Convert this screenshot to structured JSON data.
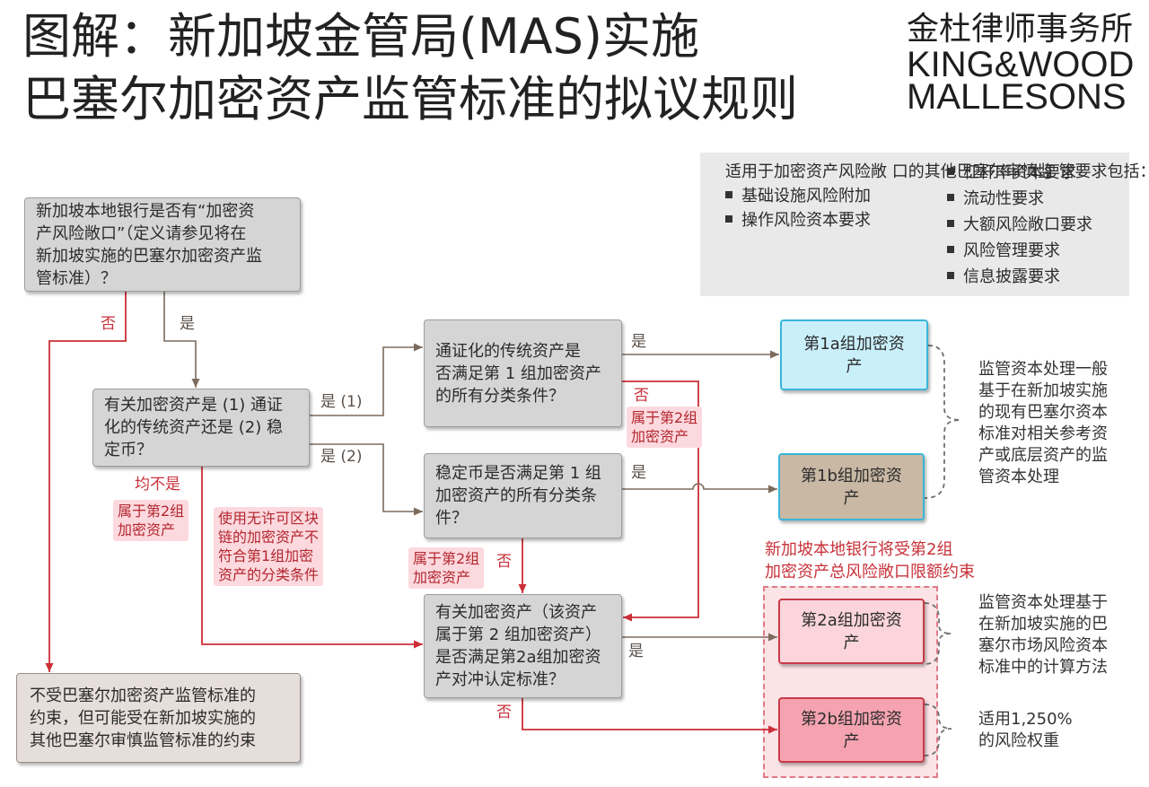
{
  "title": {
    "line1": "图解：新加坡金管局(MAS)实施",
    "line2": "巴塞尔加密资产监管标准的拟议规则"
  },
  "logo": {
    "cn": "金杜律师事务所",
    "en1": "KING&WOOD",
    "en2": "MALLESONS"
  },
  "info_box": {
    "intro": "适用于加密资产风险敞\n口的其他巴塞尔审慎监\n管要求包括：",
    "left_items": [
      "基础设施风险附加",
      "操作风险资本要求"
    ],
    "right_items": [
      "杠杆率资本要求",
      "流动性要求",
      "大额风险敞口要求",
      "风险管理要求",
      "信息披露要求"
    ]
  },
  "nodes": {
    "q_exposure": "新加坡本地银行是否有“加密资\n产风险敞口”（定义请参见将在\n新加坡实施的巴塞尔加密资产监\n管标准）？",
    "q_type": "有关加密资产是 (1) 通证\n化的传统资产还是 (2) 稳\n定币？",
    "q_tokenized": "通证化的传统资产是\n否满足第 1 组加密资产\n的所有分类条件？",
    "q_stablecoin": "稳定币是否满足第 1 组\n加密资产的所有分类条\n件？",
    "q_hedging": "有关加密资产（该资产\n属于第 2 组加密资产）\n是否满足第2a组加密资\n产对冲认定标准？",
    "group_1a": "第1a组加密资\n产",
    "group_1b": "第1b组加密资\n产",
    "group_2a": "第2a组加密资\n产",
    "group_2b": "第2b组加密资\n产",
    "not_subject": "不受巴塞尔加密资产监管标准的\n约束，但可能受在新加坡实施的\n其他巴塞尔审慎监管标准的约束"
  },
  "edge_labels": {
    "exposure_no": "否",
    "exposure_yes": "是",
    "tokenized_yes": "是 (1)",
    "stablecoin_yes": "是 (2)",
    "neither": "均不是",
    "neither_group2": "属于第2组\n加密资产",
    "permissionless_note": "使用无许可区块\n链的加密资产不\n符合第1组加密\n资产的分类条件",
    "tokenized_meets_yes": "是",
    "tokenized_meets_no": "否",
    "tokenized_group2": "属于第2组\n加密资产",
    "stablecoin_meets_yes": "是",
    "stablecoin_group2": "属于第2组\n加密资产",
    "stablecoin_meets_no": "否",
    "hedging_yes": "是",
    "hedging_no": "否"
  },
  "group2_limit_note": "新加坡本地银行将受第2组\n加密资产总风险敞口限额约束",
  "notes": {
    "group1": "监管资本处理一般\n基于在新加坡实施\n的现有巴塞尔资本\n标准对相关参考资\n产或底层资产的监\n管资本处理",
    "group2a": "监管资本处理基于\n在新加坡实施的巴\n塞尔市场风险资本\n标准中的计算方法",
    "group2b": "适用1,250%\n的风险权重"
  },
  "colors": {
    "question_fill": "#d5d5d5",
    "group_1a_fill": "#c9effa",
    "group_1b_fill": "#c8b8a4",
    "group_2a_fill": "#fbd5db",
    "group_2b_fill": "#f5a3b0",
    "group_1_border": "#39b6d9",
    "group_2_border": "#c93a49",
    "no_path_red": "#c8313a",
    "yes_path_gray": "#7b6b5d"
  }
}
